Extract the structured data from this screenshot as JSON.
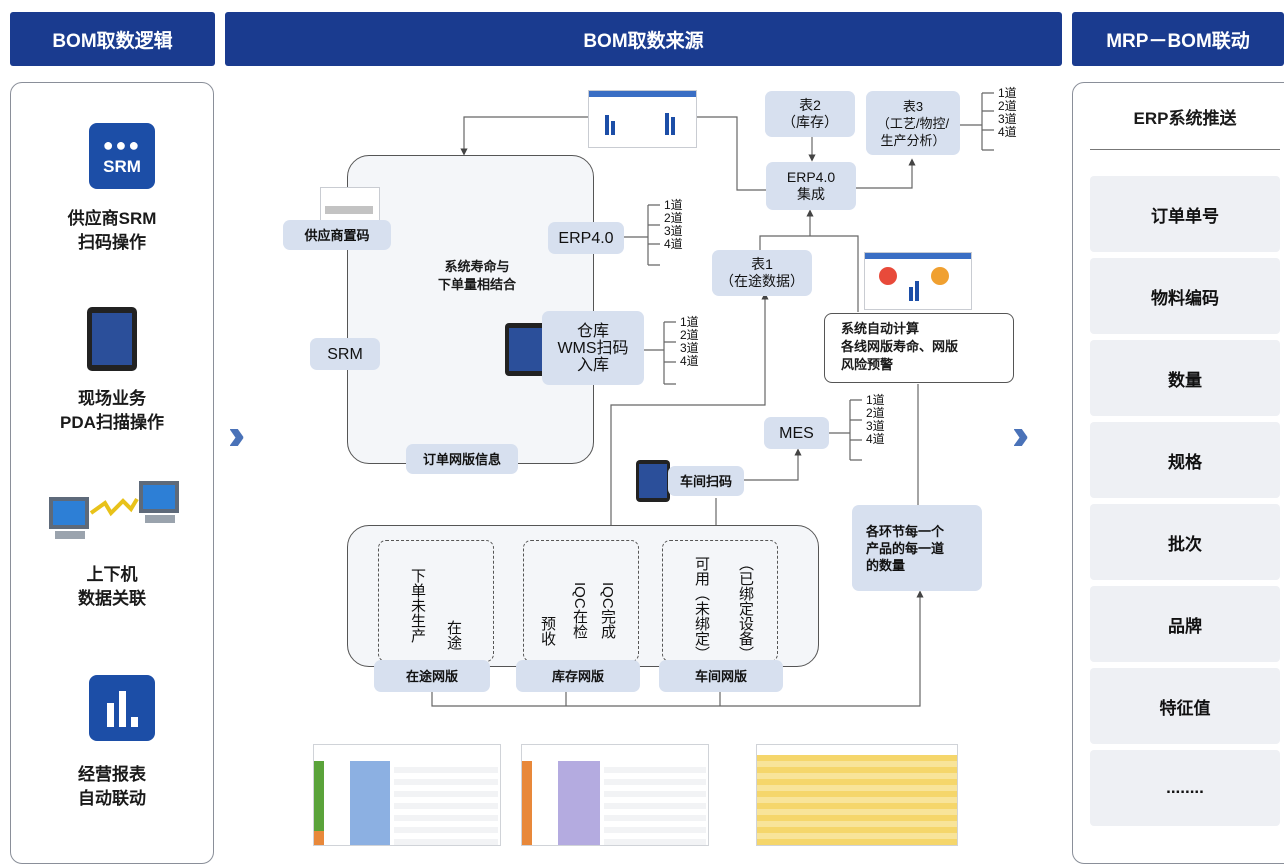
{
  "headers": {
    "logic": "BOM取数逻辑",
    "source": "BOM取数来源",
    "mrp": "MRP－BOM联动"
  },
  "left_panel": {
    "srm_icon_text": "SRM",
    "items": [
      {
        "line1": "供应商SRM",
        "line2": "扫码操作"
      },
      {
        "line1": "现场业务",
        "line2": "PDA扫描操作"
      },
      {
        "line1": "上下机",
        "line2": "数据关联"
      },
      {
        "line1": "经营报表",
        "line2": "自动联动"
      }
    ]
  },
  "diagram": {
    "supplier_code": "供应商置码",
    "lifespan_title": "系统寿命与\n下单量相结合",
    "erp40": "ERP4.0",
    "srm": "SRM",
    "warehouse": "仓库\nWMS扫码\n入库",
    "order_info": "订单网版信息",
    "table2": "表2\n（库存）",
    "table3": "表3\n（工艺/物控/\n生产分析）",
    "erp_integration": "ERP4.0\n集成",
    "table1": "表1\n（在途数据）",
    "auto_calc": "系统自动计算\n各线网版寿命、网版\n风险预警",
    "mes": "MES",
    "workshop_scan": "车间扫码",
    "per_process": "各环节每一个\n产品的每一道\n的数量",
    "levels": [
      "1道",
      "2道",
      "3道",
      "4道"
    ],
    "in_transit_cols": [
      "下单未生产",
      "在途"
    ],
    "stock_cols": [
      "IQC完成",
      "IQC在检",
      "预收"
    ],
    "workshop_cols": [
      "（已绑定设备）",
      "可用（未绑定）"
    ],
    "in_transit": "在途网版",
    "stock": "库存网版",
    "workshop": "车间网版"
  },
  "right_panel": {
    "title": "ERP系统推送",
    "items": [
      "订单单号",
      "物料编码",
      "数量",
      "规格",
      "批次",
      "品牌",
      "特征值",
      "........"
    ]
  },
  "colors": {
    "header_bg": "#1a3b8f",
    "box_bg": "#d7e0ef",
    "icon_blue": "#1c4ea7",
    "chevron": "#4a72b8"
  }
}
